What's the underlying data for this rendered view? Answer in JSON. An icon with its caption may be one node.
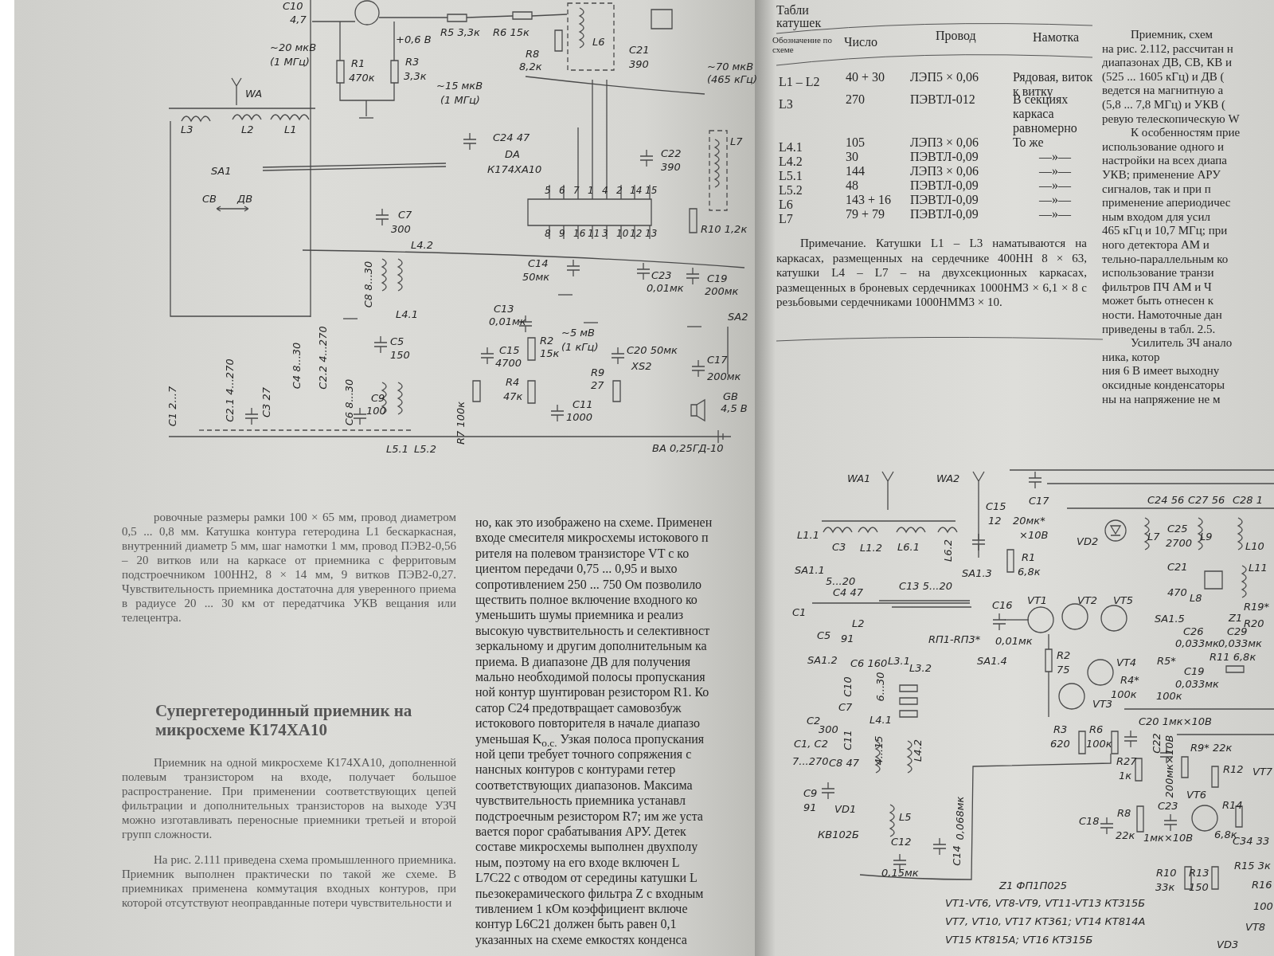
{
  "diagram": {
    "labels": [
      "C10",
      "4,7",
      "~20 мкВ",
      "(1 МГц)",
      "+0,6 В",
      "R5 3,3к",
      "R6 15к",
      "R1",
      "470к",
      "R3",
      "3,3к",
      "~15 мкВ",
      "(1 МГц)",
      "R8",
      "8,2к",
      "L6",
      "C21",
      "390",
      "~70 мкВ",
      "(465 кГц)",
      "WA",
      "L3",
      "L2",
      "L1",
      "SA1",
      "СВ",
      "ДВ",
      "C24 47",
      "DA",
      "К174ХА10",
      "5",
      "6",
      "7",
      "1",
      "4",
      "2",
      "14",
      "15",
      "C22",
      "390",
      "L7",
      "8",
      "9",
      "16",
      "11",
      "3",
      "10",
      "12",
      "13",
      "R10 1,2к",
      "C7",
      "300",
      "L4.2",
      "C8 8...30",
      "L4.1",
      "C14",
      "50мк",
      "C23",
      "0,01мк",
      "C19",
      "200мк",
      "SA2",
      "C13",
      "0,01мк",
      "~5 мВ",
      "(1 кГц)",
      "C5",
      "150",
      "C15",
      "4700",
      "R2",
      "15к",
      "C20 50мк",
      "C17",
      "200мк",
      "R9",
      "27",
      "XS2",
      "R4",
      "47к",
      "GB",
      "4,5 В",
      "C11",
      "1000",
      "C1 2...7",
      "C2.1 4...270",
      "C3 27",
      "C4 8...30",
      "C2.2 4...270",
      "C6 8...30",
      "C9",
      "100",
      "L5.1",
      "L5.2",
      "R7 100к",
      "ВА 0,25ГД-10",
      "ровочные размеры рамки 100 × 65 мм, провод диаметром 0,5 ... 0,8 мм. Катушка контура гетеродина L1 бескаркасная, внутренний диаметр 5 мм, шаг намотки 1 мм, провод ПЭВ2-0,56 – 20 витков или на каркасе от приемника с ферритовым подстроечником 100НН2, 8 × 14 мм, 9 витков ПЭВ2-0,27. Чувствительность приемника достаточна для уверенного приема в радиусе 20 ... 30 км от передатчика УКВ вещания или телецентра.",
      "Супергетеродинный приемник на микросхеме К174ХА10",
      "Приемник на одной микросхеме К174ХА10, дополненной полевым транзистором на входе, получает большое распространение. При применении соответствующих цепей фильтрации и дополнительных транзисторов на выходе УЗЧ можно изготавливать переносные приемники третьей и второй групп сложности.",
      "На рис. 2.111 приведена схема промышленного приемника. Приемник выполнен практически по такой же схеме. В приемниках применена коммутация входных контуров, при которой отсутствуют неоправданные потери чувствительности и",
      "но, как это изображено на схеме. Применен",
      "входе смесителя микросхемы истокового п",
      "рителя на полевом транзисторе VT с ко",
      "циентом передачи 0,75 ... 0,95 и выхо",
      "сопротивлением 250 ... 750 Ом позволило",
      "ществить полное включение входного ко",
      "уменьшить шумы приемника и реализ",
      "высокую чувствительность и селективност",
      "зеркальному и другим дополнительным ка",
      "приема. В диапазоне ДВ для получения",
      "мально необходимой полосы пропускания",
      "ной контур шунтирован резистором R1. Ко",
      "сатор C24 предотвращает самовозбуж",
      "истокового повторителя в начале диапазо",
      "уменьшая K$_{о.с.}$ Узкая полоса пропускания",
      "ной цепи требует точного сопряжения с",
      "нансных контуров с контурами гетер",
      "соответствующих диапазонов. Максима",
      "чувствительность приемника устанавл",
      "подстроечным резистором R7; им же уста",
      "вается порог срабатывания АРУ. Детек",
      "составе микросхемы выполнен двухполу",
      "ным, поэтому на его входе включен L",
      "L7C22 с отводом от середины катушки L",
      "пьезокерамического фильтра Z с входным",
      "тивлением 1 кОм коэффициент включе",
      "контур L6C21 должен быть равен 0,1",
      "указанных на схеме емкостях конденса",
      "Табли",
      "катушек",
      "Обозначение по схеме",
      "Число",
      "Провод",
      "Намотка",
      "L1 – L2",
      "40 + 30",
      "ЛЭП5 × 0,06",
      "Рядовая, виток к витку",
      "L3",
      "270",
      "ПЭВТЛ-012",
      "В секциях каркаса равномерно",
      "L4.1",
      "105",
      "ЛЭП3 × 0,06",
      "То же",
      "L4.2",
      "30",
      "ПЭВТЛ-0,09",
      "—»—",
      "L5.1",
      "144",
      "ЛЭП3 × 0,06",
      "—»—",
      "L5.2",
      "48",
      "ПЭВТЛ-0,09",
      "—»—",
      "L6",
      "143 + 16",
      "ПЭВТЛ-0,09",
      "—»—",
      "L7",
      "79 + 79",
      "ПЭВТЛ-0,09",
      "—»—",
      "Примечание. Катушки L1 – L3 наматываются на каркасах, размещенных на сердечнике 400НН 8 × 63, катушки L4 – L7 – на двухсекционных каркасах, размещенных в броневых сердечниках 1000НМ3 × 6,1 × 8 с резьбовыми сердечниками 1000НММ3 × 10.",
      "Приемник, схем",
      "на рис. 2.112, рассчитан н",
      "диапазонах ДВ, СВ, КВ и",
      "(525 ... 1605 кГц) и ДВ (",
      "ведется на магнитную а",
      "(5,8 ... 7,8 МГц) и УКВ (",
      "ревую телескопическую W",
      "К особенностям прие",
      "использование одного и",
      "настройки на всех диапа",
      "УКВ; применение АРУ",
      "сигналов, так и при п",
      "применение апериодичес",
      "ным входом для усил",
      "465 кГц и 10,7 МГц; при",
      "ного детектора АМ и",
      "тельно-параллельным ко",
      "использование транзи",
      "фильтров ПЧ АМ и Ч",
      "может быть отнесен к",
      "ности. Намоточные дан",
      "приведены в табл. 2.5.",
      "Усилитель ЗЧ анало",
      "ника, котор",
      "ния 6 В имеет выходну",
      "оксидные конденсаторы",
      "ны на напряжение не м",
      "WA1",
      "WA2",
      "C15",
      "12",
      "C17",
      "20мк*",
      "×10В",
      "R1",
      "6,8к",
      "L1.1",
      "C3",
      "L1.2",
      "L6.1",
      "L6.2",
      "SA1.1",
      "5...20",
      "C13 5...20",
      "SA1.3",
      "C24 56",
      "C27 56",
      "C28 1",
      "VD2",
      "L7",
      "C25",
      "2700",
      "L9",
      "L10",
      "C21",
      "470",
      "L8",
      "L11",
      "C4 47",
      "C1",
      "C16",
      "0,01мк",
      "VT1",
      "VT2",
      "VT5",
      "SA1.5",
      "Z1",
      "R19*",
      "R20",
      "C26",
      "0,033мк",
      "C29",
      "0,033мк",
      "L2",
      "C5",
      "91",
      "RП1-RП3*",
      "R2",
      "VT4",
      "R5*",
      "R11 6,8к",
      "75",
      "C19",
      "0,033мк",
      "R4*",
      "100к",
      "100к",
      "SA1.2",
      "C6 160",
      "L3.1",
      "L3.2",
      "SA1.4",
      "C10",
      "6...30",
      "C2",
      "C7",
      "300",
      "L4.1",
      "C11",
      "4...15",
      "L4.2",
      "C1, C2",
      "7...270",
      "C8 47",
      "C9",
      "91",
      "VD1",
      "КВ102Б",
      "L5",
      "C12",
      "0,15мк",
      "0,068мк",
      "C14",
      "VT3",
      "R3",
      "620",
      "R6",
      "100к",
      "C20 1мк×10В",
      "C22",
      "200мк×10В",
      "R9* 22к",
      "R12",
      "VT7",
      "R27",
      "1к",
      "VT6",
      "R14",
      "6,8к",
      "C23",
      "C18",
      "R8",
      "22к",
      "1мк×10В",
      "C34 33",
      "R15 3к",
      "R10",
      "33к",
      "R13",
      "150",
      "R16",
      "100",
      "VT8",
      "VD3",
      "Z1 ФП1П025",
      "VT1-VT6, VT8-VT9, VT11-VT13 КТ315Б",
      "VT7, VT10, VT17 КТ361; VT14 КТ814А",
      "VT15 КТ815А; VT16 КТ315Б"
    ]
  }
}
